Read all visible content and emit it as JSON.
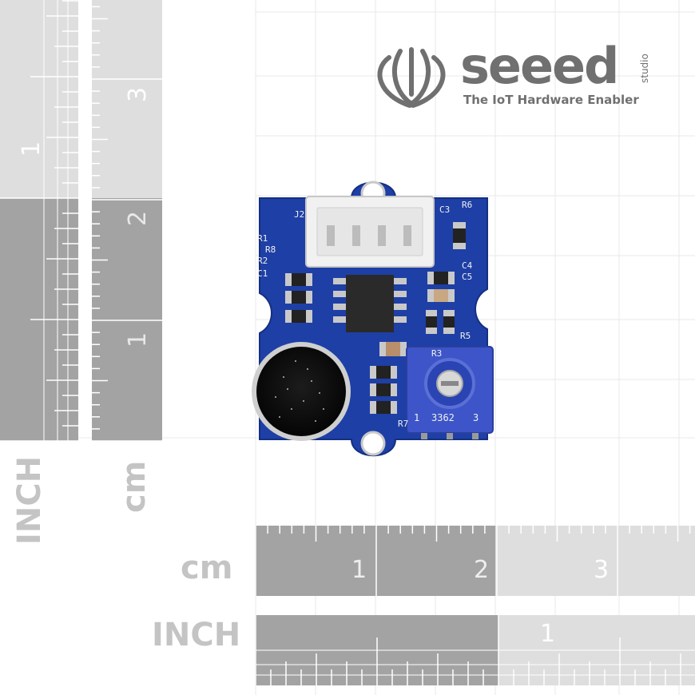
{
  "brand": {
    "name": "seeed",
    "studio": "studio",
    "tagline": "The IoT Hardware Enabler"
  },
  "rulers": {
    "inch_label": "INCH",
    "cm_label": "cm",
    "left_inch_numbers": [
      "1"
    ],
    "left_cm_numbers": [
      "3",
      "2",
      "1"
    ],
    "bottom_cm_numbers": [
      "1",
      "2",
      "3"
    ],
    "bottom_inch_numbers": [
      "1"
    ]
  },
  "board": {
    "labels": [
      "J2",
      "R1",
      "R8",
      "R2",
      "C1",
      "C3",
      "R6",
      "C4",
      "C5",
      "R5",
      "R3",
      "R7",
      "1",
      "3362",
      "3"
    ]
  },
  "colors": {
    "pcb": "#1e3fa6",
    "pot": "#3d55c8",
    "ruler_dark": "#a3a3a3",
    "ruler_light": "#dedede",
    "brand_gray": "#707070"
  }
}
